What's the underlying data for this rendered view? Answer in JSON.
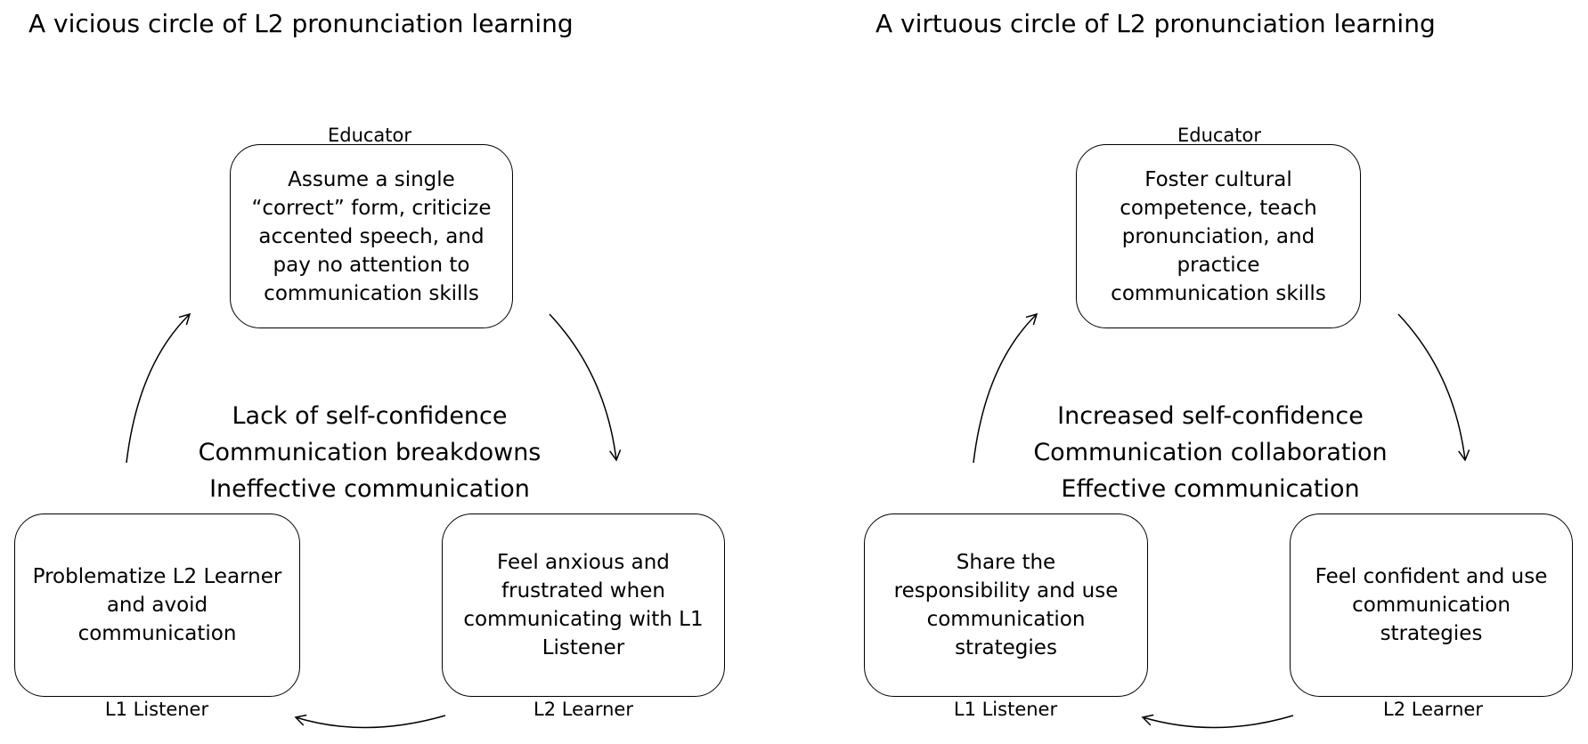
{
  "left": {
    "title": "A vicious circle of L2 pronunciation learning",
    "educator_label": "Educator",
    "educator_text": "Assume a single\n“correct” form, criticize\naccented speech, and\npay no attention to\ncommunication skills",
    "listener_label": "L1 Listener",
    "listener_text": "Problematize L2 Learner\nand avoid\ncommunication",
    "learner_label": "L2 Learner",
    "learner_text": "Feel anxious and\nfrustrated when\ncommunicating with L1\nListener",
    "center": [
      "Lack of self-confidence",
      "Communication breakdowns",
      "Ineffective communication"
    ]
  },
  "right": {
    "title": "A virtuous circle of L2 pronunciation learning",
    "educator_label": "Educator",
    "educator_text": "Foster cultural\ncompetence, teach\npronunciation, and\npractice\ncommunication skills",
    "listener_label": "L1 Listener",
    "listener_text": "Share the\nresponsibility and use\ncommunication\nstrategies",
    "learner_label": "L2 Learner",
    "learner_text": "Feel confident and use\ncommunication\nstrategies",
    "center": [
      "Increased self-confidence",
      "Communication collaboration",
      "Effective communication"
    ]
  }
}
